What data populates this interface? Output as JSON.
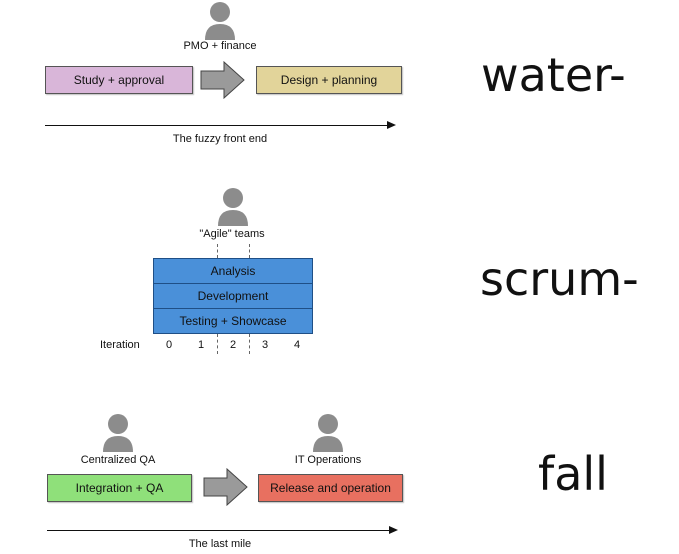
{
  "waterfall_top": {
    "role_label": "PMO + finance",
    "box_left": "Study + approval",
    "box_right": "Design + planning",
    "timeline_label": "The fuzzy front end",
    "big_text": "water-"
  },
  "scrum": {
    "team_label": "\"Agile\" teams",
    "rows": [
      "Analysis",
      "Development",
      "Testing + Showcase"
    ],
    "iteration_label": "Iteration",
    "iterations": [
      "0",
      "1",
      "2",
      "3",
      "4"
    ],
    "big_text": "scrum-"
  },
  "waterfall_bottom": {
    "role_left": "Centralized QA",
    "role_right": "IT Operations",
    "box_left": "Integration + QA",
    "box_right": "Release and operation",
    "timeline_label": "The last mile",
    "big_text": "fall"
  },
  "colors": {
    "study_box": "#d9b6d9",
    "design_box": "#e2d49a",
    "agile_box": "#4a90d9",
    "integration_box": "#8fe07a",
    "release_box": "#e87060",
    "arrow": "#9a9a9a",
    "person": "#8c8c8c"
  },
  "icons": [
    "person-icon",
    "block-arrow-icon"
  ]
}
